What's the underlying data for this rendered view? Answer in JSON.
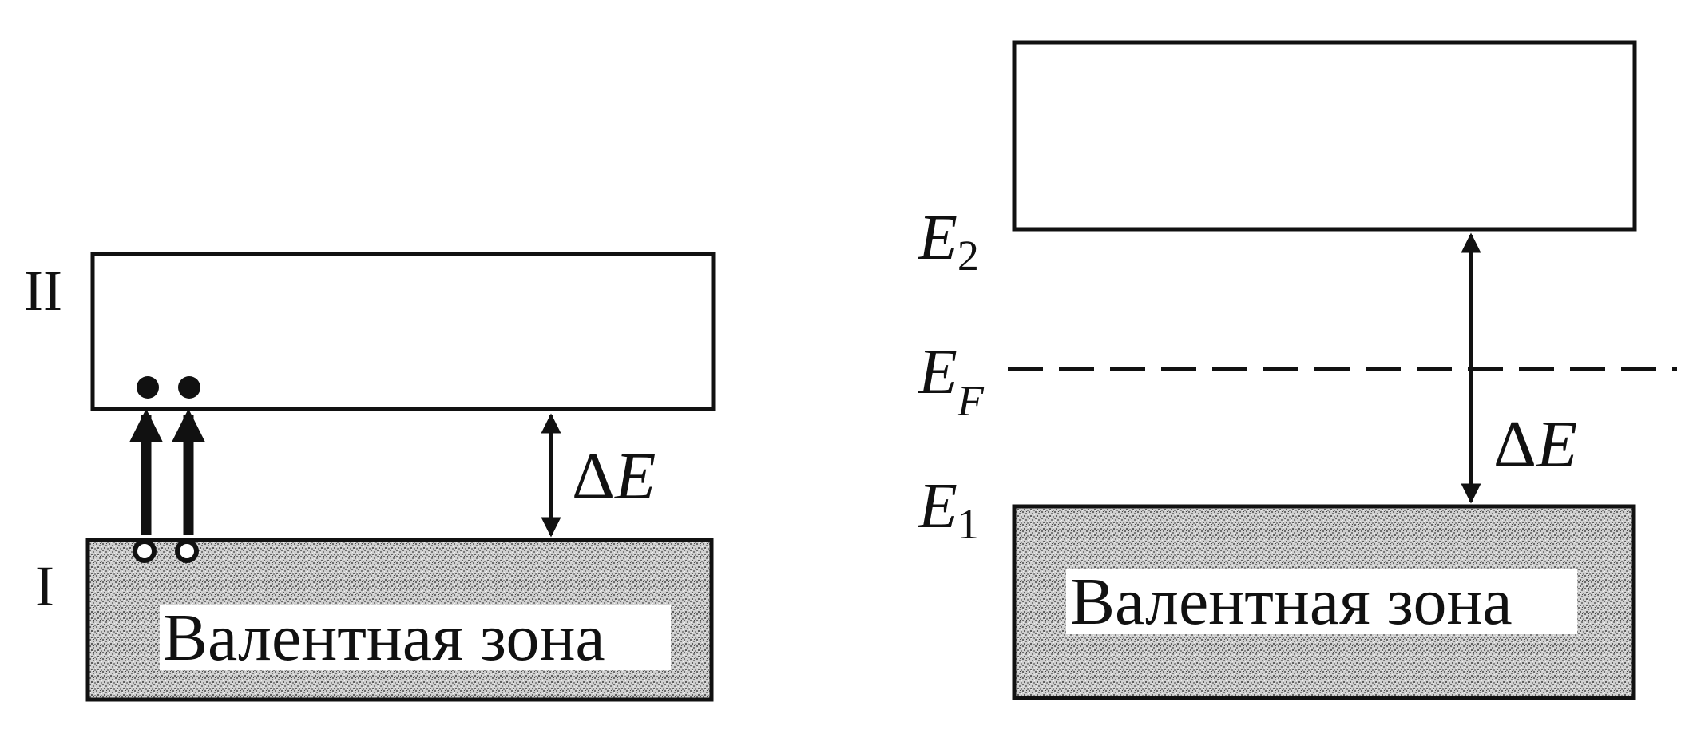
{
  "left_diagram": {
    "upper_band_label": "II",
    "lower_band_label": "I",
    "valence_band_text": "Валентная зона",
    "gap_label_delta": "Δ",
    "gap_label_symbol": "E"
  },
  "right_diagram": {
    "upper_band_label_main": "E",
    "upper_band_label_sub": "2",
    "fermi_label_main": "E",
    "fermi_label_sub": "F",
    "lower_band_label_main": "E",
    "lower_band_label_sub": "1",
    "valence_band_text": "Валентная зона",
    "gap_label_delta": "Δ",
    "gap_label_symbol": "E"
  },
  "colors": {
    "ink": "#111111",
    "band_fill_base": "#d6d6d6",
    "empty_band_fill": "#ffffff",
    "text_backdrop": "#ffffff"
  },
  "icons": {
    "electron": "filled-circle",
    "hole": "hollow-circle",
    "transition": "up-arrow",
    "gap": "double-headed-arrow"
  }
}
